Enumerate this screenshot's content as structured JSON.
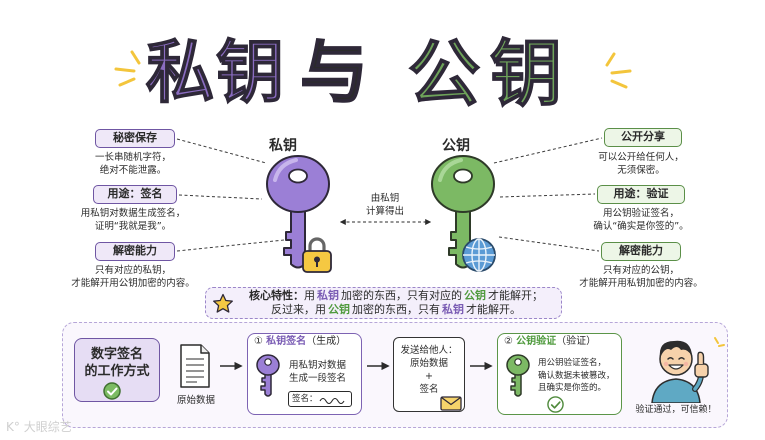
{
  "title": {
    "left": "私钥",
    "middle": "与",
    "right": "公钥"
  },
  "colors": {
    "private": "#8a6cc0",
    "private_light": "#efe8f8",
    "public": "#6ea35a",
    "public_light": "#edf6e7",
    "accent_yellow": "#f5c842",
    "globe_blue": "#5b9bd5",
    "ink": "#2b2b2b"
  },
  "private_key": {
    "label": "私钥",
    "features": [
      {
        "tag": "秘密保存",
        "lines": [
          "一长串随机字符，",
          "绝对不能泄露。"
        ]
      },
      {
        "tag": "用途：签名",
        "lines": [
          "用私钥对数据生成签名，",
          "证明“我就是我”。"
        ]
      },
      {
        "tag": "解密能力",
        "lines": [
          "只有对应的私钥，",
          "才能解开用公钥加密的内容。"
        ]
      }
    ]
  },
  "derivation": {
    "lines": [
      "由私钥",
      "计算得出"
    ]
  },
  "public_key": {
    "label": "公钥",
    "features": [
      {
        "tag": "公开分享",
        "lines": [
          "可以公开给任何人，",
          "无须保密。"
        ]
      },
      {
        "tag": "用途：验证",
        "lines": [
          "用公钥验证签名，",
          "确认“确实是你签的”。"
        ]
      },
      {
        "tag": "解密能力",
        "lines": [
          "只有对应的公钥，",
          "才能解开用私钥加密的内容。"
        ]
      }
    ]
  },
  "core": {
    "label": "核心特性：",
    "line1": [
      "用",
      "私钥",
      "加密的东西，只有对应的",
      "公钥",
      "才能解开；"
    ],
    "line2": [
      "反过来，用",
      "公钥",
      "加密的东西，只有",
      "私钥",
      "才能解开。"
    ]
  },
  "workflow": {
    "title": [
      "数字签名",
      "的工作方式"
    ],
    "data_label": "原始数据",
    "step1": {
      "num": "①",
      "title": "私钥签名",
      "suffix": "（生成）",
      "lines": [
        "用私钥对数据",
        "生成一段签名"
      ],
      "sig_label": "签名："
    },
    "send": {
      "lines": [
        "发送给他人：",
        "原始数据",
        "+",
        "签名"
      ]
    },
    "step2": {
      "num": "②",
      "title": "公钥验证",
      "suffix": "（验证）",
      "lines": [
        "用公钥验证签名，",
        "确认数据未被篡改，",
        "且确实是你签的。"
      ]
    },
    "result": "验证通过，可信赖！"
  },
  "icons": {
    "private_key": "purple-key-icon",
    "lock": "padlock-icon",
    "public_key": "green-key-icon",
    "globe": "globe-icon",
    "star": "star-icon",
    "document": "document-icon",
    "envelope": "envelope-icon",
    "check": "check-circle-icon",
    "person": "thumbs-up-person-icon"
  },
  "watermark": {
    "logo": "K°",
    "text": "大眼综艺"
  }
}
